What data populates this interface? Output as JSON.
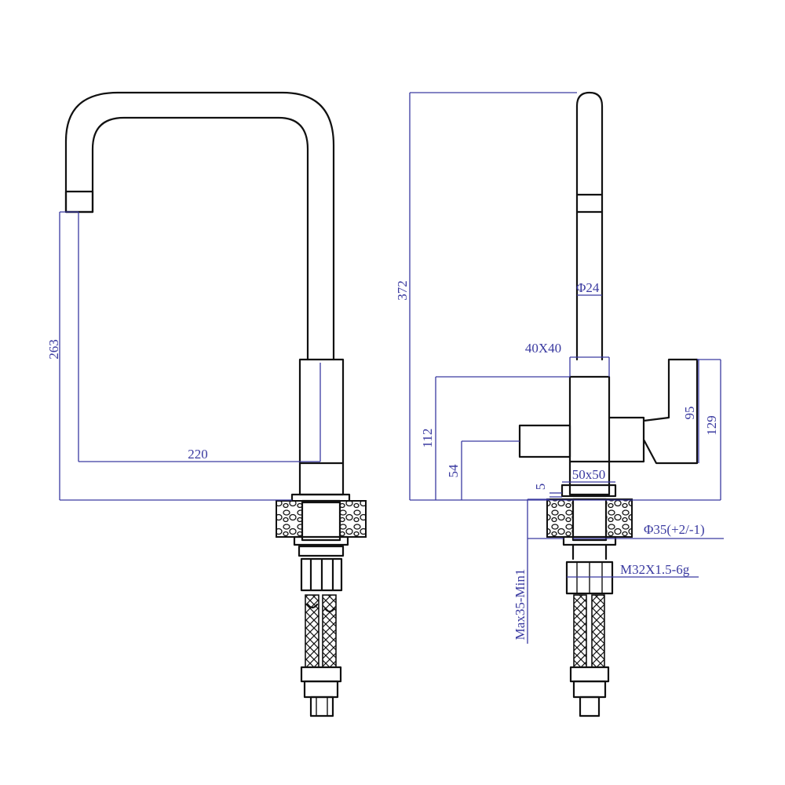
{
  "colors": {
    "line": "#111111",
    "dimension": "#3a3aa0",
    "background": "#ffffff"
  },
  "front_view": {
    "spout_height": "263",
    "reach": "220"
  },
  "side_view": {
    "total_height": "372",
    "spout_diameter": "Φ24",
    "body_section": "40X40",
    "handle_height": "95",
    "handle_top_height": "129",
    "body_height": "112",
    "outlet_height": "54",
    "base_size": "50x50",
    "base_gap": "5",
    "hole_diameter": "Φ35(+2/-1)",
    "thread": "M32X1.5-6g",
    "deck_thickness": "Max35-Min1"
  }
}
